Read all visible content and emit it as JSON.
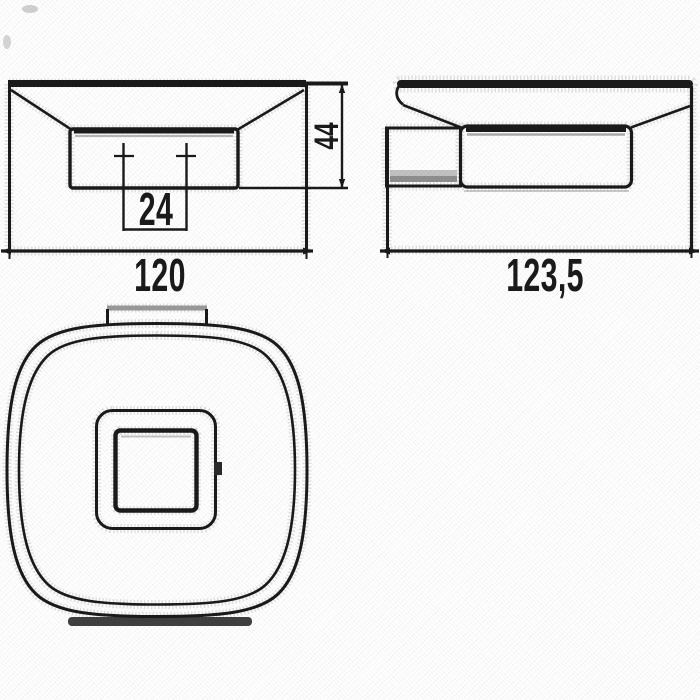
{
  "drawing": {
    "views": {
      "front": {
        "width_label": "120",
        "slot_width_label": "24",
        "height_label": "44"
      },
      "side": {
        "width_label": "123,5"
      }
    },
    "colors": {
      "ink": "#1a1a1a",
      "shade": "#8f8f8f",
      "light_shade": "#c2c2c2",
      "halo": "#c6c6c6",
      "background": "#ffffff"
    }
  }
}
